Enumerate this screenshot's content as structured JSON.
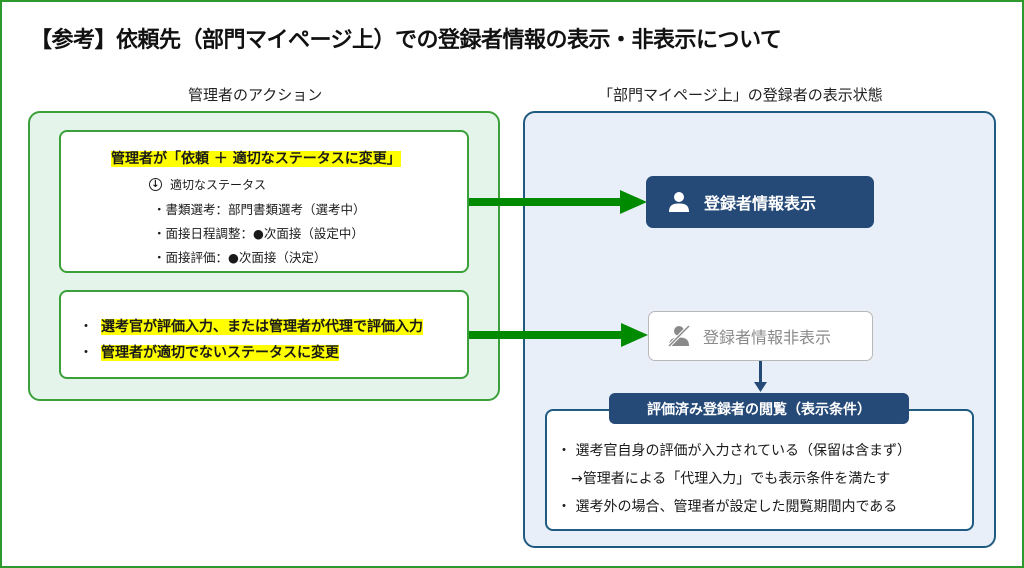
{
  "title": "【参考】依頼先（部門マイページ上）での登録者情報の表示・非表示について",
  "left_column": {
    "heading": "管理者のアクション",
    "box1": {
      "headline": "管理者が「依頼 ＋ 適切なステータスに変更」",
      "sub_icon": "circle-down-arrow-icon",
      "sub_label": "適切なステータス",
      "statuses": [
        "・書類選考：部門書類選考（選考中）",
        "・面接日程調整：●次面接（設定中）",
        "・面接評価：●次面接（決定）"
      ]
    },
    "box2": {
      "items": [
        "選考官が評価入力、または管理者が代理で評価入力",
        "管理者が適切でないステータスに変更"
      ],
      "bullet": "・"
    }
  },
  "right_column": {
    "heading": "「部門マイページ上」の登録者の表示状態",
    "state_shown": {
      "icon": "user-icon",
      "label": "登録者情報表示"
    },
    "state_hidden": {
      "icon": "user-slash-icon",
      "label": "登録者情報非表示"
    },
    "conditions": {
      "label": "評価済み登録者の閲覧（表示条件）",
      "items": [
        "・ 選考官自身の評価が入力されている（保留は含まず）",
        "→管理者による「代理入力」でも表示条件を満たす",
        "・ 選考外の場合、管理者が設定した閲覧期間内である"
      ]
    }
  },
  "colors": {
    "green_arrow": "#008a00",
    "green_border": "#3aa03a",
    "navy": "#264a78",
    "highlight": "#ffff00"
  }
}
